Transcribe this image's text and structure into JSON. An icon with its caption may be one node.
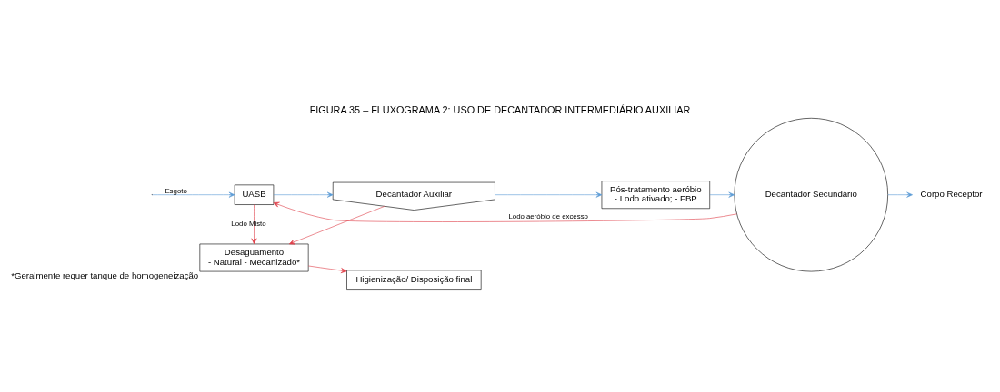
{
  "diagram": {
    "title": "FIGURA 35 – FLUXOGRAMA 2: USO DE DECANTADOR INTERMEDIÁRIO AUXILIAR",
    "nodes": [
      {
        "text": [
          "UASB"
        ]
      },
      {
        "text": [
          "Decantador Auxiliar"
        ]
      },
      {
        "text": [
          "Pós-tratamento aeróbio",
          "- Lodo ativado; - FBP"
        ]
      },
      {
        "text": [
          "Decantador Secundário"
        ]
      },
      {
        "text": [
          "Corpo Receptor"
        ]
      },
      {
        "text": [
          "Desaguamento",
          "- Natural - Mecanizado*"
        ],
        "beside": [
          "*Geralmente requer tanque de homogeneização"
        ]
      },
      {
        "text": [
          "Higienização/ Disposição final"
        ]
      }
    ],
    "edges": [
      {
        "from": null,
        "to": 0,
        "arrow": "to",
        "label": "Esgoto",
        "color": "#5b9bd5"
      },
      {
        "from": 0,
        "to": 1,
        "arrow": "to",
        "color": "#5b9bd5"
      },
      {
        "from": 1,
        "to": 2,
        "arrow": "to",
        "color": "#5b9bd5"
      },
      {
        "from": 2,
        "to": 3,
        "arrow": "to",
        "color": "#5b9bd5"
      },
      {
        "from": 3,
        "to": 4,
        "arrow": "to",
        "color": "#5b9bd5"
      },
      {
        "from": 3,
        "to": 0,
        "arrow": "to",
        "label": "Lodo aeróbio de excesso",
        "color": "#e0404a"
      },
      {
        "from": 1,
        "to": 5,
        "arrow": "to",
        "color": "#e0404a"
      },
      {
        "from": 0,
        "to": 5,
        "arrow": "to",
        "label": "Lodo Misto",
        "color": "#e0404a"
      },
      {
        "from": 5,
        "to": 6,
        "arrow": "to",
        "color": "#e0404a"
      }
    ]
  }
}
